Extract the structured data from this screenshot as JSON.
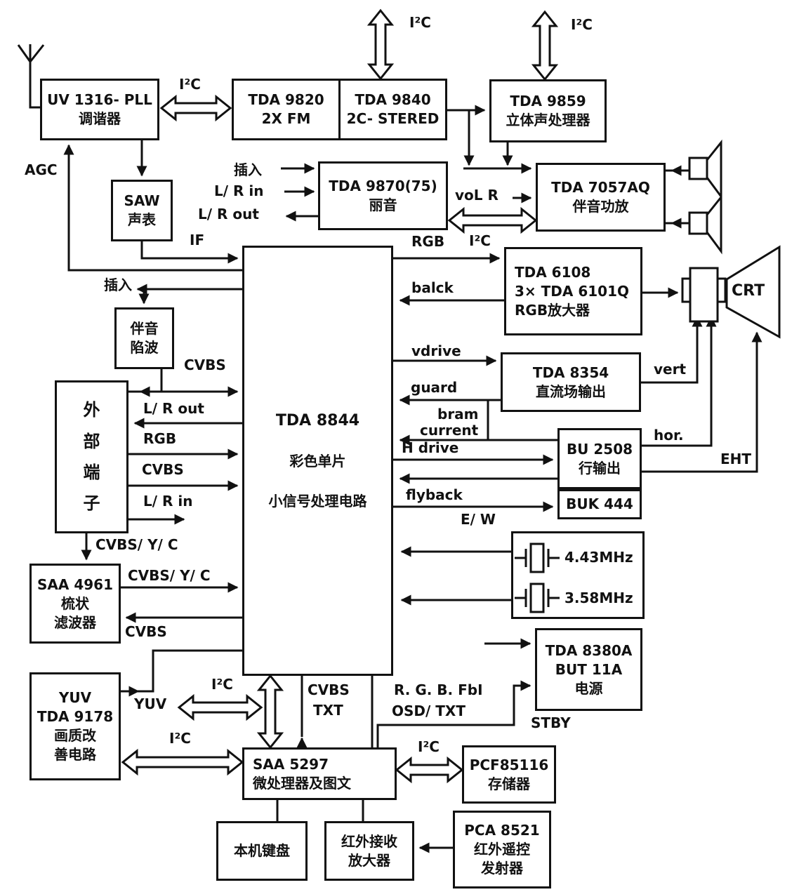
{
  "blocks": {
    "tuner": [
      "UV 1316- PLL",
      "调谐器"
    ],
    "fm_demod": [
      "TDA 9820",
      "2X FM"
    ],
    "stereo_decoder": [
      "TDA 9840",
      "2C- STERED"
    ],
    "stereo_processor": [
      "TDA 9859",
      "立体声处理器"
    ],
    "saw": [
      "SAW",
      "声表"
    ],
    "nicam": [
      "TDA 9870(75)",
      "丽音"
    ],
    "audio_amp": [
      "TDA 7057AQ",
      "伴音功放"
    ],
    "rgb_amp": [
      "TDA 6108",
      "3× TDA 6101Q",
      "RGB放大器"
    ],
    "sound_trap": [
      "伴音",
      "陷波"
    ],
    "ext_terminals": [
      "外",
      "部",
      "端",
      "子"
    ],
    "main_ic": [
      "TDA 8844",
      "彩色单片",
      "小信号处理电路"
    ],
    "field_output": [
      "TDA 8354",
      "直流场输出"
    ],
    "line_output": [
      "BU 2508",
      "行输出"
    ],
    "line_switch": [
      "BUK 444"
    ],
    "comb_filter": [
      "SAA 4961",
      "梳状",
      "滤波器"
    ],
    "crystals": [
      "4.43MHz",
      "3.58MHz"
    ],
    "picture_improve": [
      "YUV",
      "TDA 9178",
      "画质改",
      "善电路"
    ],
    "power": [
      "TDA 8380A",
      "BUT 11A",
      "电源"
    ],
    "mcu": [
      "SAA 5297",
      "微处理器及图文"
    ],
    "eeprom": [
      "PCF85116",
      "存储器"
    ],
    "keyboard": [
      "本机键盘"
    ],
    "ir_receiver": [
      "红外接收",
      "放大器"
    ],
    "ir_remote": [
      "PCA 8521",
      "红外遥控",
      "发射器"
    ],
    "crt": "CRT"
  },
  "labels": {
    "i2c": "I²C",
    "agc": "AGC",
    "insert": "插入",
    "lr_in": "L/ R in",
    "lr_out": "L/ R out",
    "vol_r": "voL R",
    "if": "IF",
    "rgb": "RGB",
    "black": "balck",
    "cvbs": "CVBS",
    "cvbs_yc": "CVBS/ Y/ C",
    "vdrive": "vdrive",
    "guard": "guard",
    "beam_1": "bram",
    "beam_2": "current",
    "hdrive": "H drive",
    "flyback": "flyback",
    "ew": "E/ W",
    "vert": "vert",
    "hor": "hor.",
    "eht": "EHT",
    "yuv": "YUV",
    "rgb_fbi": "R. G. B. FbI",
    "osd_txt": "OSD/ TXT",
    "stby": "STBY",
    "txt": "TXT"
  },
  "colors": {
    "ink": "#111111",
    "paper": "#ffffff"
  }
}
